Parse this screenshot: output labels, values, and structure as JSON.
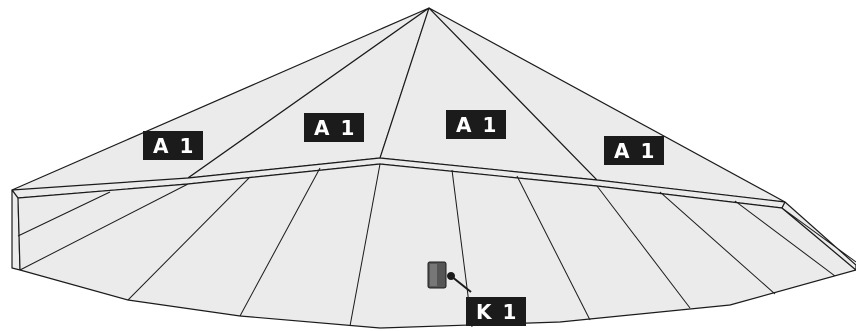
{
  "diagram": {
    "labels": {
      "roof_1": "A 1",
      "roof_2": "A 1",
      "roof_3": "A 1",
      "roof_4": "A 1",
      "fixture": "K 1"
    },
    "colors": {
      "fill": "#ebebeb",
      "stroke": "#1b1b1b",
      "label_bg": "#1b1b1b",
      "label_text": "#ffffff",
      "fixture": "#555555"
    }
  }
}
